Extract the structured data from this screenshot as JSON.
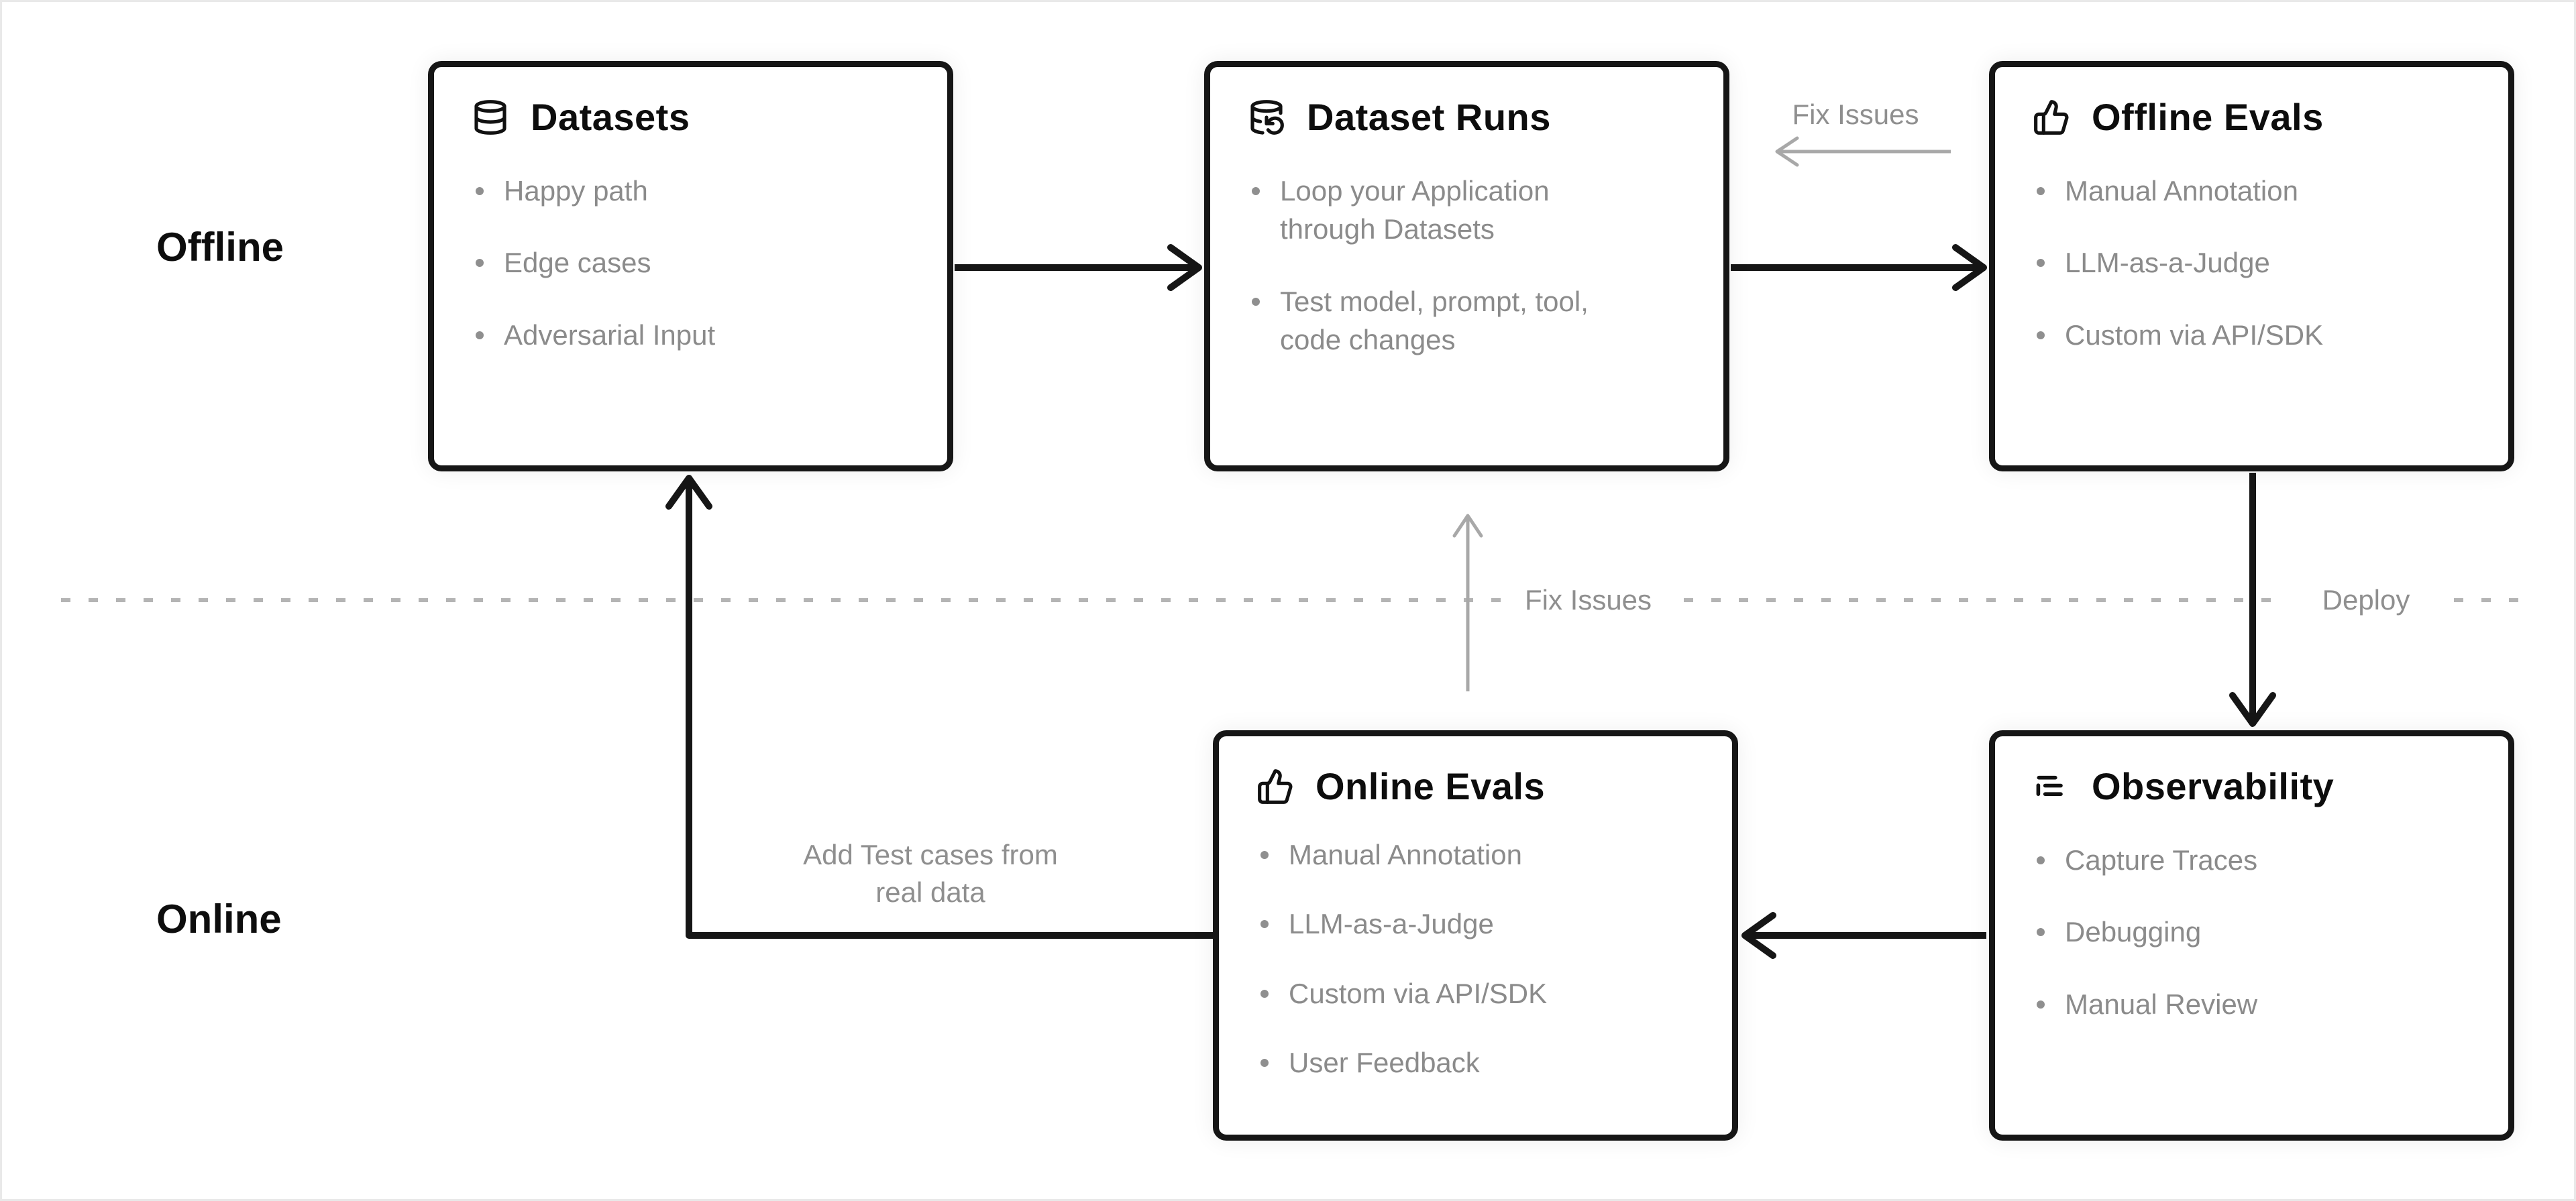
{
  "sections": {
    "offline_label": "Offline",
    "online_label": "Online"
  },
  "boxes": [
    {
      "id": "datasets",
      "icon": "database-icon",
      "title": "Datasets",
      "items": [
        "Happy path",
        "Edge cases",
        "Adversarial Input"
      ]
    },
    {
      "id": "dataset-runs",
      "icon": "database-backup-icon",
      "title": "Dataset Runs",
      "items": [
        "Loop your Application through Datasets",
        "Test model, prompt, tool, code changes"
      ]
    },
    {
      "id": "offline-evals",
      "icon": "thumbs-up-icon",
      "title": "Offline Evals",
      "items": [
        "Manual Annotation",
        "LLM-as-a-Judge",
        "Custom via API/SDK"
      ]
    },
    {
      "id": "online-evals",
      "icon": "thumbs-up-icon",
      "title": "Online Evals",
      "items": [
        "Manual Annotation",
        "LLM-as-a-Judge",
        "Custom via API/SDK",
        "User Feedback"
      ]
    },
    {
      "id": "observability",
      "icon": "logs-icon",
      "title": "Observability",
      "items": [
        "Capture Traces",
        "Debugging",
        "Manual Review"
      ]
    }
  ],
  "edge_labels": {
    "fix_issues_top": "Fix Issues",
    "fix_issues_mid": "Fix Issues",
    "deploy": "Deploy",
    "add_test_cases": "Add Test cases from real data"
  },
  "colors": {
    "background": "#ffffff",
    "box_border": "#161616",
    "arrow_black": "#161616",
    "arrow_gray": "#a8a8a8",
    "dashed_line": "#b4b4b4",
    "muted_text": "#8b8b8b"
  }
}
